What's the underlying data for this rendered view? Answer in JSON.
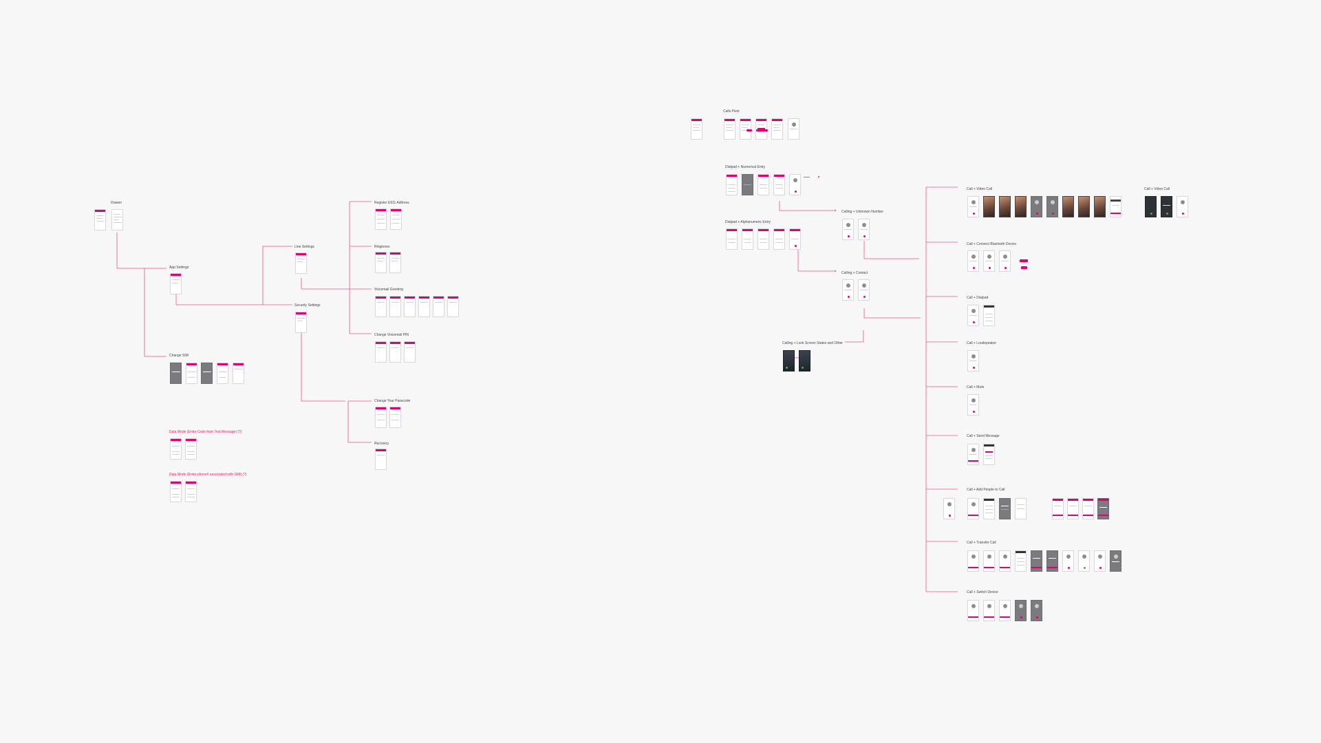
{
  "colors": {
    "background": "#f7f7f8",
    "accent": "#e20074",
    "connector": "#e8528c",
    "label": "#444444",
    "warning_label": "#e5205a"
  },
  "labels": {
    "drawer": "Drawer",
    "app_settings": "App Settings",
    "change_sim": "Change SIM",
    "data_mode_code": "Data Mode (Enter Code from Text Message) (?)",
    "data_mode_phone": "Data Mode (Enter phone# associated with SIM) (?)",
    "line_settings": "Line Settings",
    "security_settings": "Security Settings",
    "register_e911": "Register E911 Address",
    "ringtones": "Ringtones",
    "voicemail_greeting": "Voicemail Greeting",
    "change_voicemail_pin": "Change Voicemail PIN",
    "change_passcode": "Change Your Passcode",
    "recovery": "Recovery",
    "calls_pivot": "Calls Pivot",
    "dialpad_numerical": "Dialpad + Numerical Entry",
    "dialpad_alphanumeric": "Dialpad + Alphanumeric Entry",
    "calling_unknown": "Calling + Unknown Number",
    "calling_contact": "Calling + Contact",
    "calling_lock": "Calling + Lock Screen States and Other",
    "call_video": "Call + Video Call",
    "call_video_2": "Call + Video Call",
    "call_bluetooth": "Call + Connect Bluetooth Device",
    "call_dialpad": "Call + Dialpad",
    "call_loudspeaker": "Call + Loudspeaker",
    "call_mute": "Call + Mute",
    "call_send_message": "Call + Send Message",
    "call_add_people": "Call + Add People to Call",
    "call_transfer": "Call + Transfer Call",
    "call_switch_device": "Call + Switch Device"
  }
}
